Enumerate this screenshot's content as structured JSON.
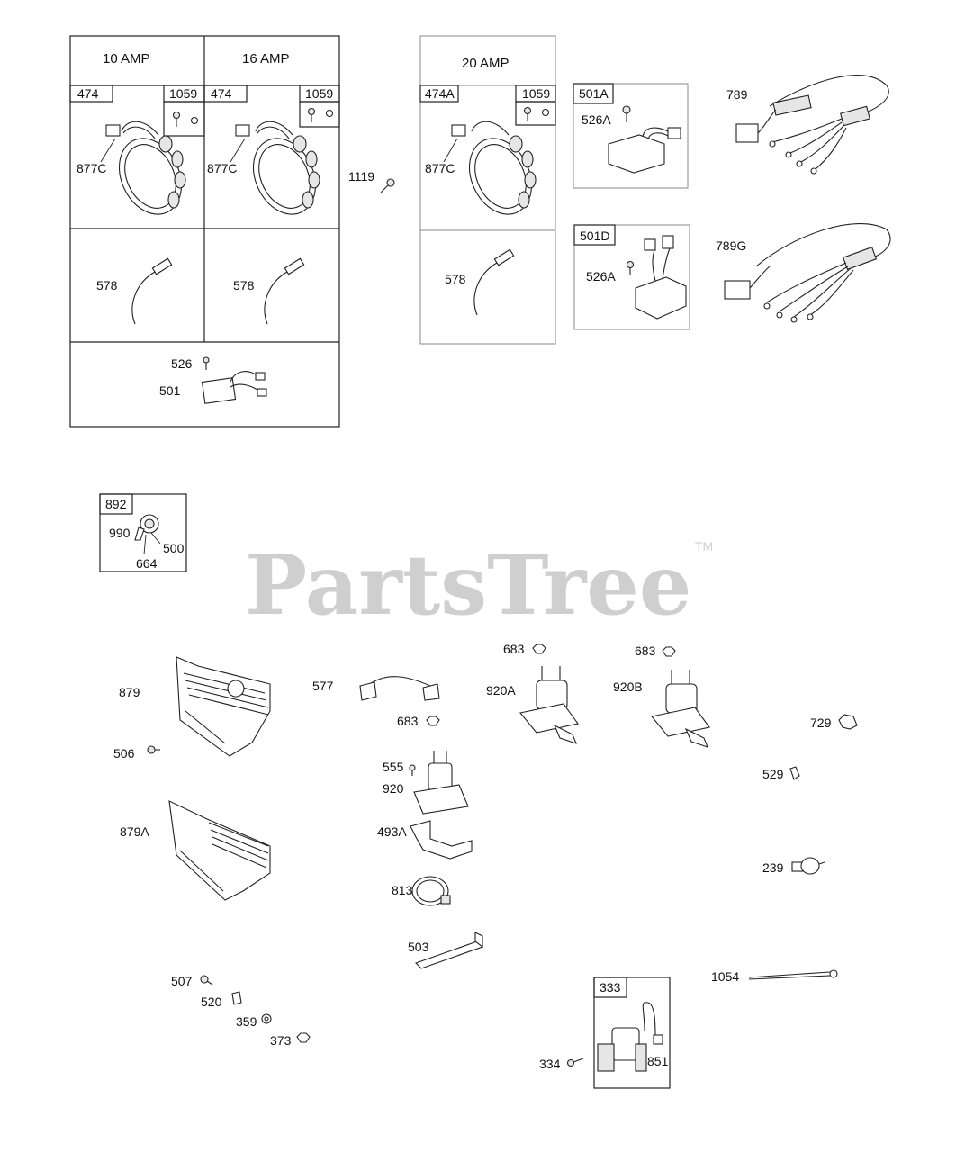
{
  "watermark": {
    "text": "PartsTree",
    "trademark": "TM"
  },
  "kits": {
    "amp10": "10 AMP",
    "amp16": "16 AMP",
    "amp20": "20 AMP"
  },
  "labels": {
    "p474_a": "474",
    "p1059_a": "1059",
    "p877c_a": "877C",
    "p578_a": "578",
    "p474_b": "474",
    "p1059_b": "1059",
    "p877c_b": "877C",
    "p578_b": "578",
    "p526": "526",
    "p501": "501",
    "p1119": "1119",
    "p474a": "474A",
    "p1059_c": "1059",
    "p877c_c": "877C",
    "p578_c": "578",
    "p501a": "501A",
    "p526a_1": "526A",
    "p501d": "501D",
    "p526a_2": "526A",
    "p789": "789",
    "p789g": "789G",
    "p892": "892",
    "p990": "990",
    "p500": "500",
    "p664": "664",
    "p879": "879",
    "p506": "506",
    "p879a": "879A",
    "p577": "577",
    "p683_1": "683",
    "p555": "555",
    "p920": "920",
    "p493a": "493A",
    "p813": "813",
    "p503": "503",
    "p683_2": "683",
    "p920a": "920A",
    "p683_3": "683",
    "p920b": "920B",
    "p729": "729",
    "p529": "529",
    "p239": "239",
    "p1054": "1054",
    "p507": "507",
    "p520": "520",
    "p359": "359",
    "p373": "373",
    "p333": "333",
    "p334": "334",
    "p851": "851"
  }
}
